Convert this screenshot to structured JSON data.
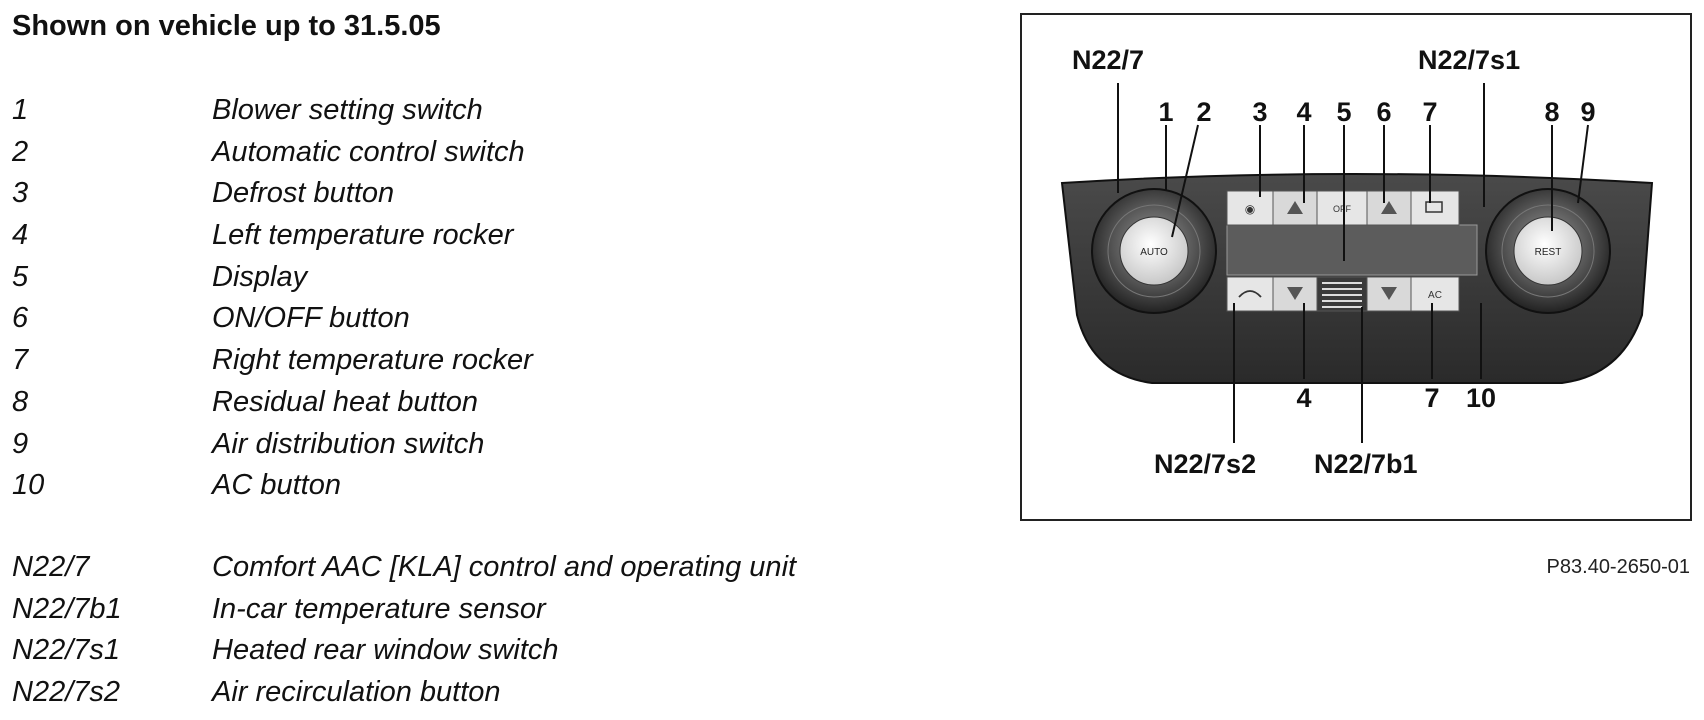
{
  "title": "Shown on vehicle up to 31.5.05",
  "legend": [
    {
      "key": "1",
      "text": "Blower setting switch"
    },
    {
      "key": "2",
      "text": "Automatic control switch"
    },
    {
      "key": "3",
      "text": "Defrost button"
    },
    {
      "key": "4",
      "text": "Left temperature rocker"
    },
    {
      "key": "5",
      "text": "Display"
    },
    {
      "key": "6",
      "text": "ON/OFF button"
    },
    {
      "key": "7",
      "text": "Right temperature rocker"
    },
    {
      "key": "8",
      "text": "Residual heat button"
    },
    {
      "key": "9",
      "text": "Air distribution switch"
    },
    {
      "key": "10",
      "text": "AC button"
    }
  ],
  "components": [
    {
      "key": "N22/7",
      "text": "Comfort AAC [KLA] control and operating unit"
    },
    {
      "key": "N22/7b1",
      "text": "In-car temperature sensor"
    },
    {
      "key": "N22/7s1",
      "text": "Heated rear window switch"
    },
    {
      "key": "N22/7s2",
      "text": "Air recirculation button"
    }
  ],
  "figure": {
    "callouts": {
      "n22_7": "N22/7",
      "n22_7s1": "N22/7s1",
      "n22_7s2": "N22/7s2",
      "n22_7b1": "N22/7b1",
      "top": [
        "1",
        "2",
        "3",
        "4",
        "5",
        "6",
        "7",
        "8",
        "9"
      ],
      "bottom": [
        "4",
        "7",
        "10"
      ]
    },
    "button_labels": {
      "auto": "AUTO",
      "rest": "REST",
      "off": "OFF",
      "ac": "AC"
    },
    "reference": "P83.40-2650-01"
  }
}
